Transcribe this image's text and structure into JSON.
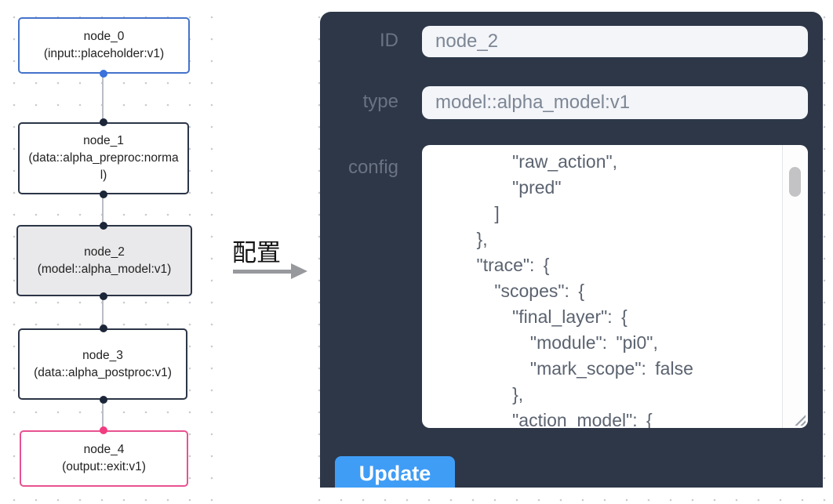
{
  "flow": {
    "nodes": [
      {
        "id": "node_0",
        "type_label": "(input::placeholder:v1)",
        "variant": "input"
      },
      {
        "id": "node_1",
        "type_label": "(data::alpha_preproc:normal)",
        "variant": "default"
      },
      {
        "id": "node_2",
        "type_label": "(model::alpha_model:v1)",
        "variant": "selected"
      },
      {
        "id": "node_3",
        "type_label": "(data::alpha_postproc:v1)",
        "variant": "default"
      },
      {
        "id": "node_4",
        "type_label": "(output::exit:v1)",
        "variant": "output"
      }
    ],
    "annotation": {
      "label": "配置"
    }
  },
  "panel": {
    "id_field": {
      "label": "ID",
      "value": "node_2"
    },
    "type_field": {
      "label": "type",
      "value": "model::alpha_model:v1"
    },
    "config_field": {
      "label": "config",
      "value": "        \"raw_action\",\n        \"pred\"\n      ]\n    },\n    \"trace\": {\n      \"scopes\": {\n        \"final_layer\": {\n          \"module\": \"pi0\",\n          \"mark_scope\": false\n        },\n        \"action_model\": {"
    },
    "update_label": "Update"
  },
  "colors": {
    "panel_bg": "#2d3748",
    "accent_blue_button": "#3f9df6",
    "node_input_border": "#4573cb",
    "node_output_border": "#e85290",
    "node_default_border": "#2b3547",
    "selected_node_bg": "#e9e9eb",
    "handle_dark": "#1c2639",
    "handle_blue": "#3a71dd",
    "handle_pink": "#f13c80"
  }
}
